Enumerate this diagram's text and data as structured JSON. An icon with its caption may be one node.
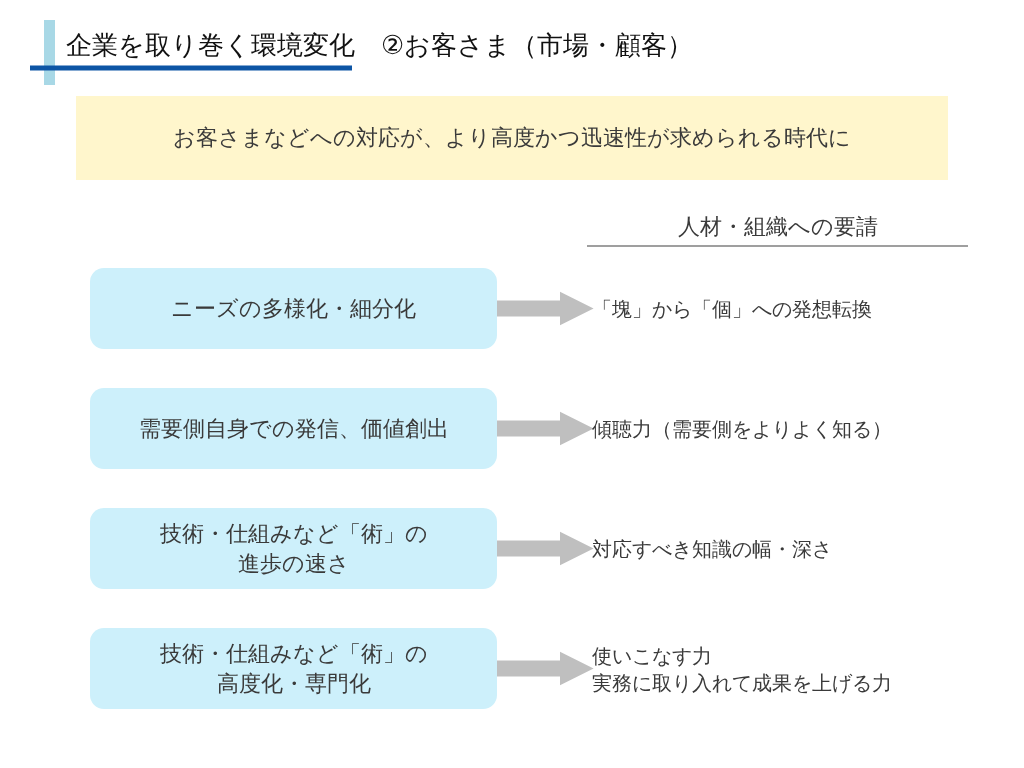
{
  "diagram": {
    "title": "企業を取り巻く環境変化　②お客さま（市場・顧客）",
    "nodes": [
      {
        "text": [
          "お客さまなどへの対応が、より高度かつ迅速性が求められる時代に"
        ]
      },
      {
        "text": [
          "ニーズの多様化・細分化"
        ]
      },
      {
        "text": [
          "需要側自身での発信、価値創出"
        ]
      },
      {
        "text": [
          "技術・仕組みなど「術」の進歩の速さ"
        ]
      },
      {
        "text": [
          "技術・仕組みなど「術」の高度化・専門化"
        ]
      },
      {
        "text": [
          "「塊」から「個」への発想転換"
        ]
      },
      {
        "text": [
          "傾聴力（需要側をよりよく知る）"
        ]
      },
      {
        "text": [
          "対応すべき知識の幅・深さ"
        ]
      },
      {
        "text": [
          "使いこなす力",
          "実務に取り入れて成果を上げる力"
        ]
      }
    ],
    "edges": [
      {
        "from": 1,
        "to": 5,
        "arrow": "to"
      },
      {
        "from": 2,
        "to": 6,
        "arrow": "to"
      },
      {
        "from": 3,
        "to": 7,
        "arrow": "to"
      },
      {
        "from": 4,
        "to": 8,
        "arrow": "to"
      }
    ],
    "labels": [
      "人材・組織への要請"
    ]
  }
}
